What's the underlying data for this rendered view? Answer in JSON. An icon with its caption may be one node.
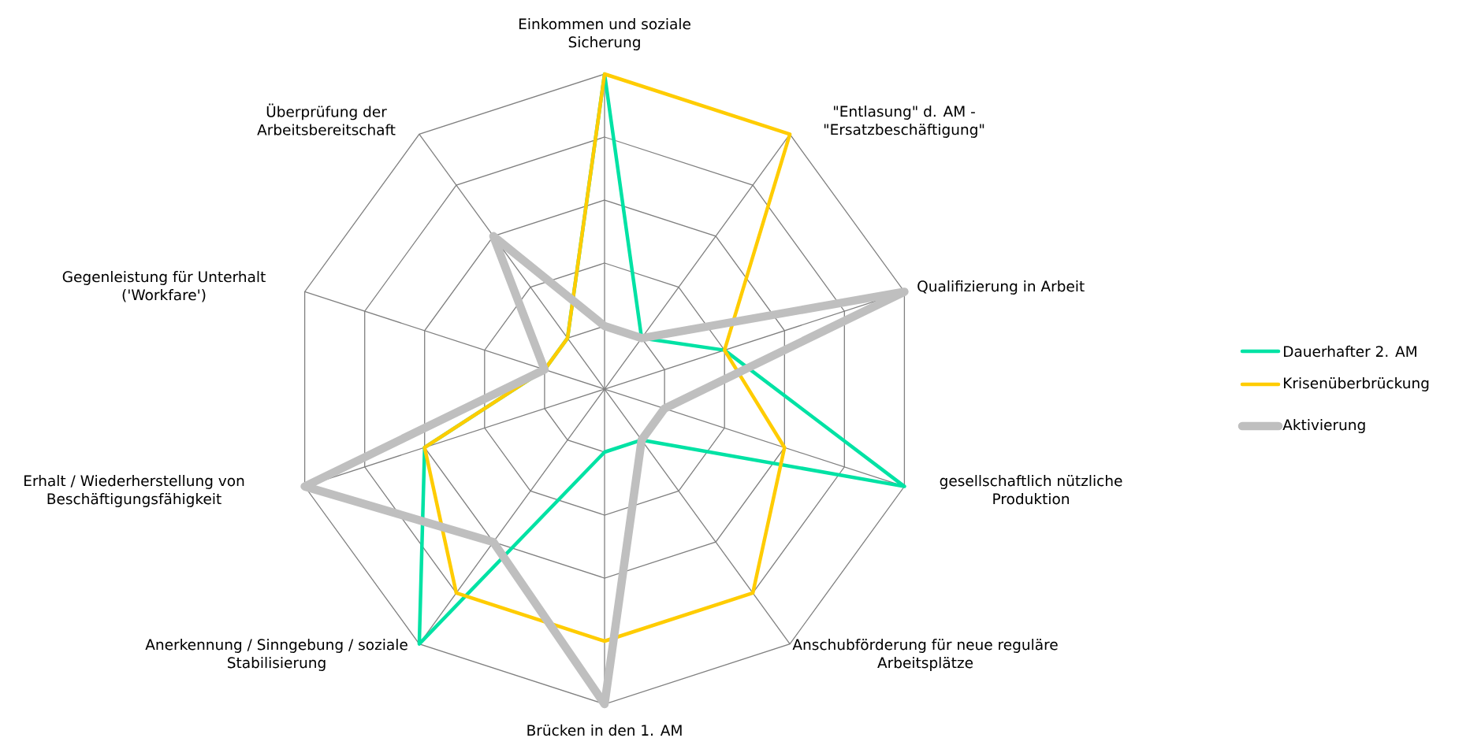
{
  "diagram": {
    "labels": [
      "Einkommen und soziale Sicherung",
      "\"Entlasung\" d. AM - \"Ersatzbeschäftigung\"",
      "Qualifizierung in Arbeit",
      "gesellschaftlich nützliche Produktion",
      "Anschubförderung für neue reguläre Arbeitsplätze",
      "Brücken in den 1. AM",
      "Anerkennung / Sinngebung / soziale Stabilisierung",
      "Erhalt / Wiederherstellung von Beschäftigungsfähigkeit",
      "Gegenleistung für Unterhalt ('Workfare')",
      "Überprüfung der Arbeitsbereitschaft"
    ],
    "legend": [
      {
        "text": "Dauerhafter 2. AM"
      },
      {
        "text": "Krisenüberbrückung"
      },
      {
        "text": "Aktivierung"
      }
    ]
  }
}
